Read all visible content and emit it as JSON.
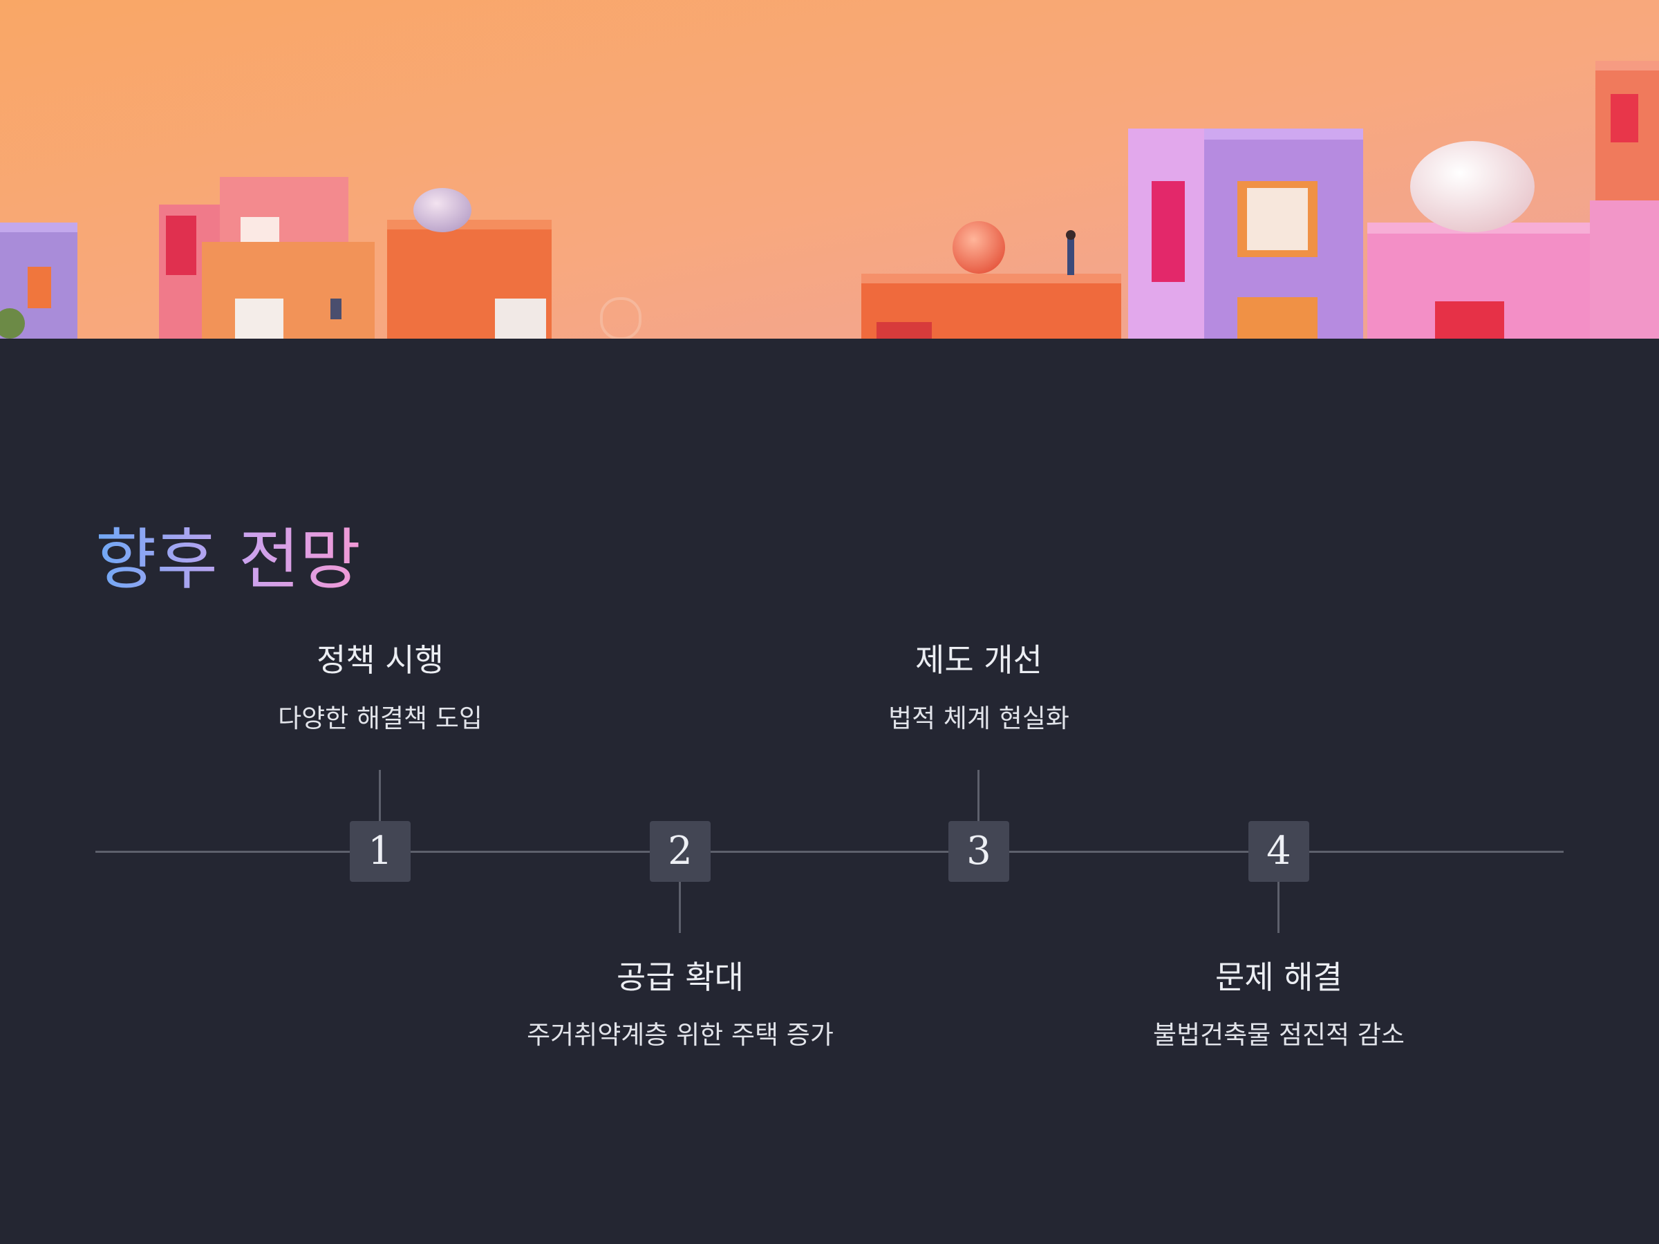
{
  "slide": {
    "title": "향후 전망",
    "hero_image": "colorful-rooftop-buildings-illustration",
    "colors": {
      "background": "#242632",
      "accent_gradient": [
        "#6fa8f5",
        "#c9a3ee",
        "#f29ad6"
      ],
      "marker_fill": "#434654",
      "line": "#5d606c"
    }
  },
  "timeline": {
    "steps": [
      {
        "number": "1",
        "title": "정책 시행",
        "description": "다양한 해결책 도입"
      },
      {
        "number": "2",
        "title": "공급 확대",
        "description": "주거취약계층 위한 주택 증가"
      },
      {
        "number": "3",
        "title": "제도 개선",
        "description": "법적 체계 현실화"
      },
      {
        "number": "4",
        "title": "문제 해결",
        "description": "불법건축물 점진적 감소"
      }
    ]
  }
}
